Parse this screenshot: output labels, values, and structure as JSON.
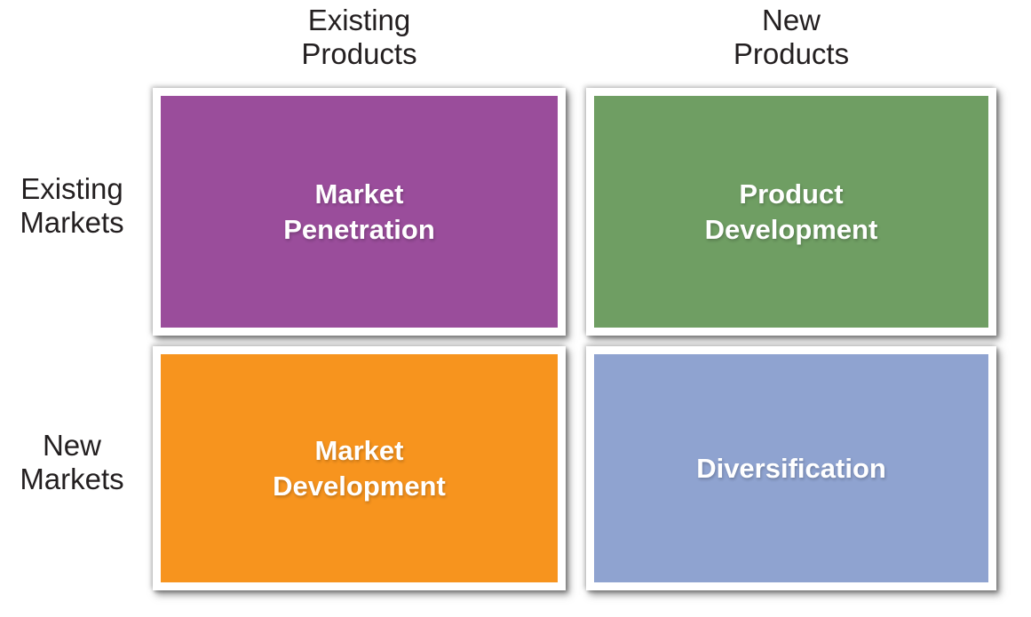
{
  "diagram": {
    "type": "2x2-matrix",
    "background_color": "#FFFFFF",
    "header_text_color": "#231F20",
    "quadrant_text_color": "#FFFFFF",
    "column_headers": [
      {
        "id": "existing-products",
        "label": "Existing\nProducts"
      },
      {
        "id": "new-products",
        "label": "New\nProducts"
      }
    ],
    "row_headers": [
      {
        "id": "existing-markets",
        "label": "Existing\nMarkets"
      },
      {
        "id": "new-markets",
        "label": "New\nMarkets"
      }
    ],
    "quadrants": [
      {
        "id": "market-penetration",
        "label": "Market\nPenetration",
        "color": "#9A4D9B",
        "row": "Existing Markets",
        "column": "Existing Products"
      },
      {
        "id": "product-development",
        "label": "Product\nDevelopment",
        "color": "#6F9E63",
        "row": "Existing Markets",
        "column": "New Products"
      },
      {
        "id": "market-development",
        "label": "Market\nDevelopment",
        "color": "#F7941E",
        "row": "New Markets",
        "column": "Existing Products"
      },
      {
        "id": "diversification",
        "label": "Diversification",
        "color": "#8FA3D0",
        "row": "New Markets",
        "column": "New Products"
      }
    ]
  }
}
